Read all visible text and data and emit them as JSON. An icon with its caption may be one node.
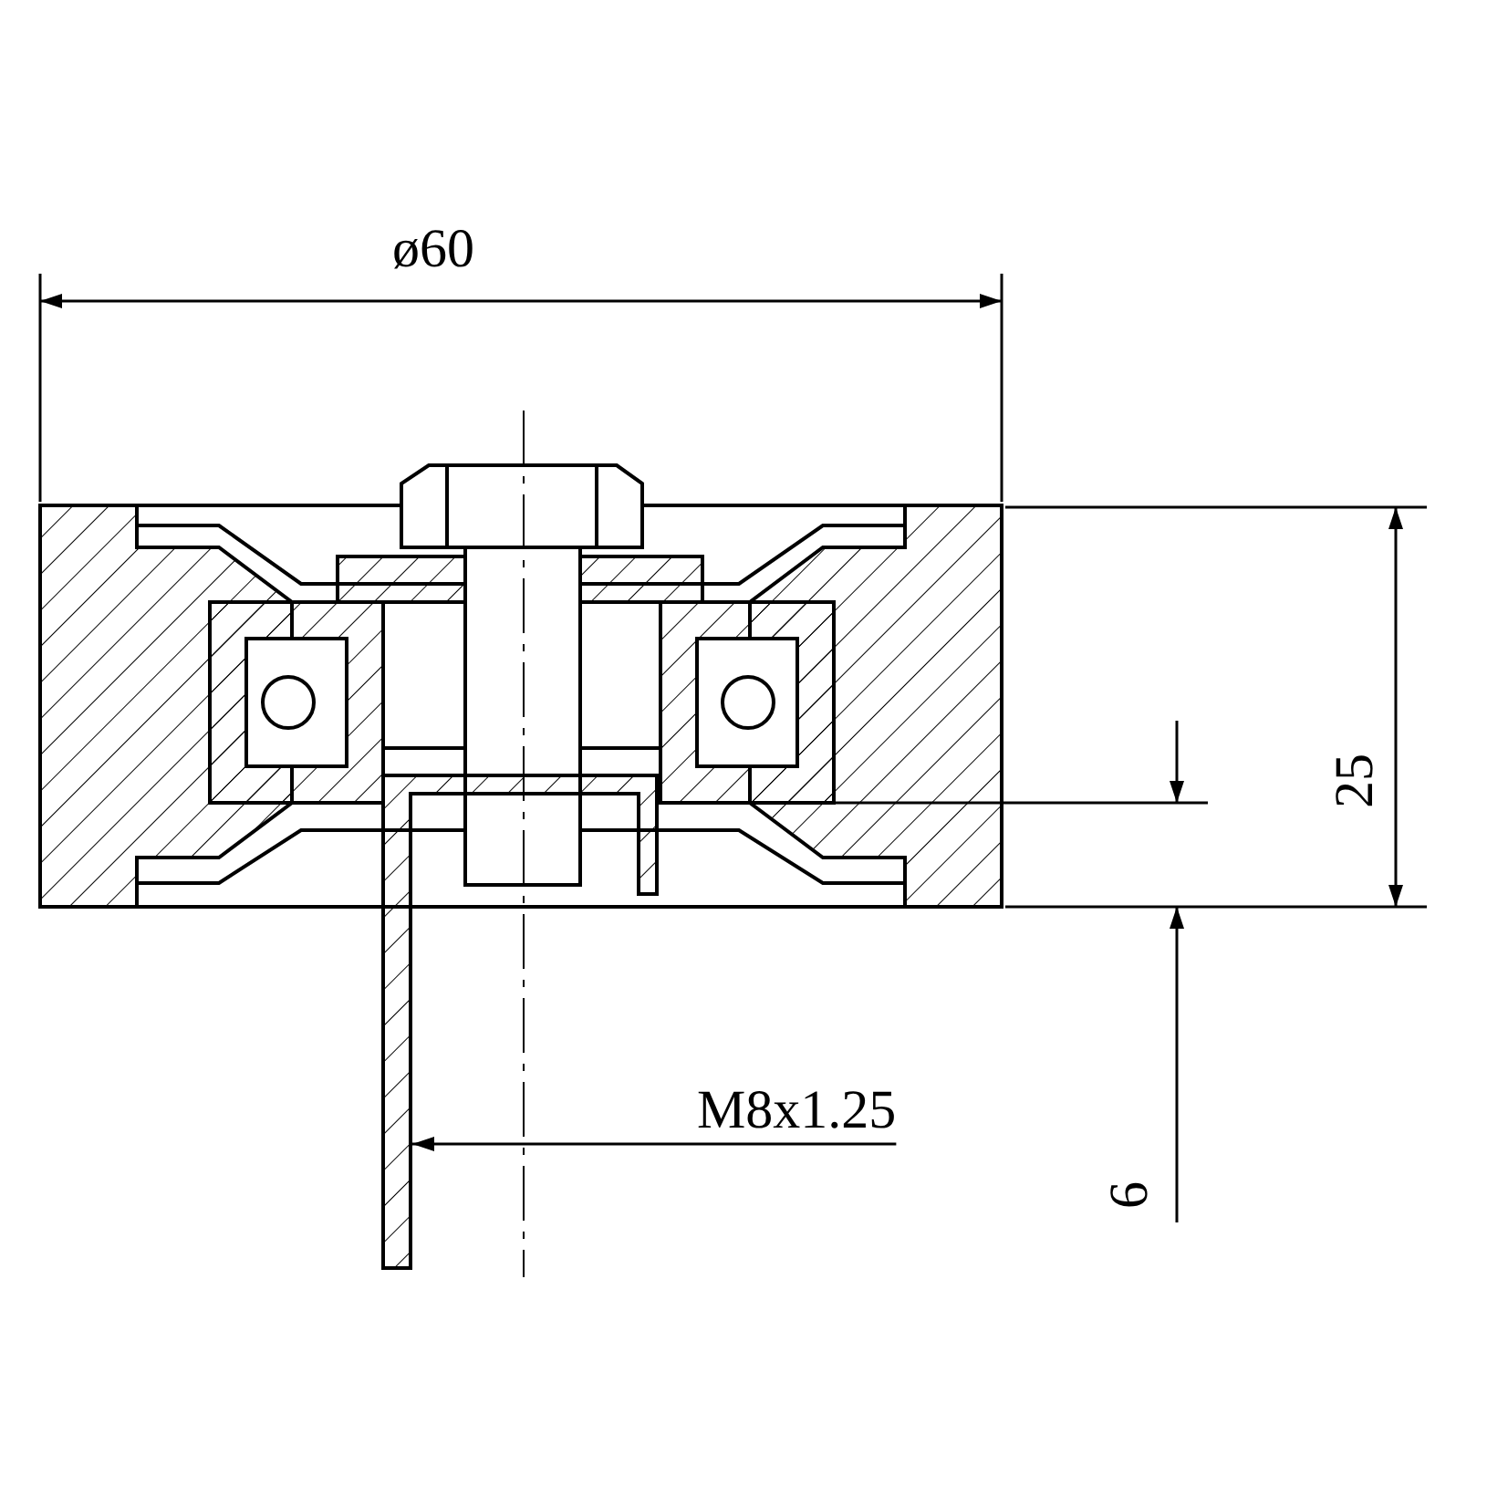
{
  "diagram": {
    "nodes": [
      {
        "text": [
          "M8x1.25"
        ]
      },
      {
        "text": [],
        "shape": "bar"
      }
    ],
    "edges": [
      {
        "from": 0,
        "to": 1,
        "arrow": "to"
      }
    ],
    "labels": [
      "ø60",
      "25",
      "6"
    ]
  }
}
